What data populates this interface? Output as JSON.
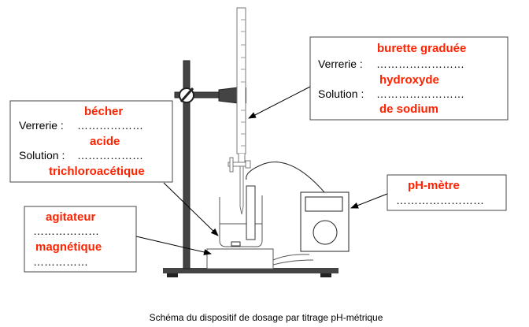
{
  "caption": "Schéma du dispositif de dosage par titrage pH-métrique",
  "colors": {
    "answer": "#ff2200",
    "stand": "#444444"
  },
  "burette_box": {
    "verrerie_label": "Verrerie :",
    "verrerie_dots": "……………………",
    "verrerie_answer": "burette graduée",
    "solution_label": "Solution :",
    "solution_dots": "……………………",
    "solution_answer_line1": "hydroxyde",
    "solution_answer_line2": "de sodium"
  },
  "becher_box": {
    "verrerie_label": "Verrerie :",
    "verrerie_dots": "………………",
    "verrerie_answer": "bécher",
    "solution_label": "Solution :",
    "solution_dots": "………………",
    "solution_answer_line1": "acide",
    "solution_answer_line2": "trichloroacétique"
  },
  "phmetre_box": {
    "dots": "……………………",
    "answer": "pH-mètre"
  },
  "agitateur_box": {
    "dots1": "………………",
    "dots2": "……………",
    "answer_line1": "agitateur",
    "answer_line2": "magnétique"
  }
}
